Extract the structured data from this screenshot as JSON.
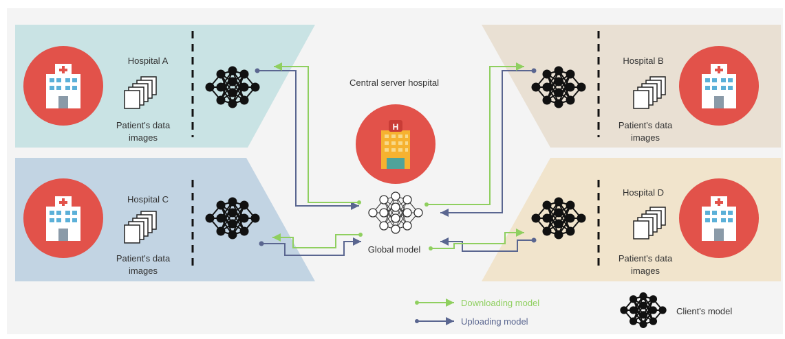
{
  "central": {
    "title": "Central server hospital",
    "badge": "H"
  },
  "global_model_label": "Global model",
  "hospitals": [
    {
      "name": "Hospital A",
      "data_line1": "Patient's data",
      "data_line2": "images",
      "panel_color": "#c9e3e4"
    },
    {
      "name": "Hospital B",
      "data_line1": "Patient's data",
      "data_line2": "images",
      "panel_color": "#e9e0d3"
    },
    {
      "name": "Hospital C",
      "data_line1": "Patient's data",
      "data_line2": "images",
      "panel_color": "#c2d4e3"
    },
    {
      "name": "Hospital D",
      "data_line1": "Patient's data",
      "data_line2": "images",
      "panel_color": "#f1e4cc"
    }
  ],
  "legend": {
    "downloading": "Downloading model",
    "uploading": "Uploading model",
    "client": "Client's model"
  },
  "colors": {
    "download": "#8fcf5f",
    "upload": "#5a6690",
    "hospital_circle": "#e2524a",
    "background": "#f4f4f4"
  }
}
